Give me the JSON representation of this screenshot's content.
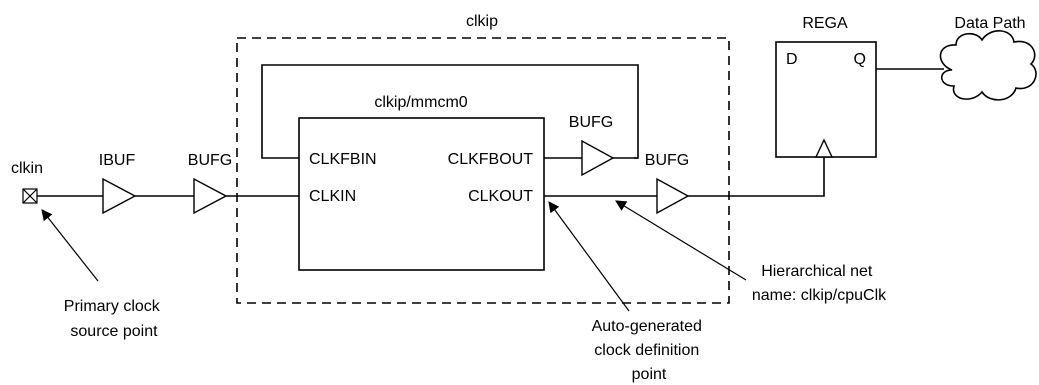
{
  "labels": {
    "clkip_title": "clkip",
    "mmcm_title": "clkip/mmcm0",
    "rega_title": "REGA",
    "rega_d": "D",
    "rega_q": "Q",
    "data_path": "Data Path",
    "clkin_port": "clkin",
    "ibuf": "IBUF",
    "bufg_input": "BUFG",
    "bufg_feedback": "BUFG",
    "bufg_output": "BUFG",
    "pin_clkfbin": "CLKFBIN",
    "pin_clkin": "CLKIN",
    "pin_clkfbout": "CLKFBOUT",
    "pin_clkout": "CLKOUT"
  },
  "annotations": {
    "primary_source": [
      "Primary clock",
      "source point"
    ],
    "hier_net": [
      "Hierarchical net",
      "name: clkip/cpuClk"
    ],
    "auto_generated": [
      "Auto-generated",
      "clock definition",
      "point"
    ]
  },
  "colors": {
    "line": "#000000",
    "background": "#ffffff"
  }
}
